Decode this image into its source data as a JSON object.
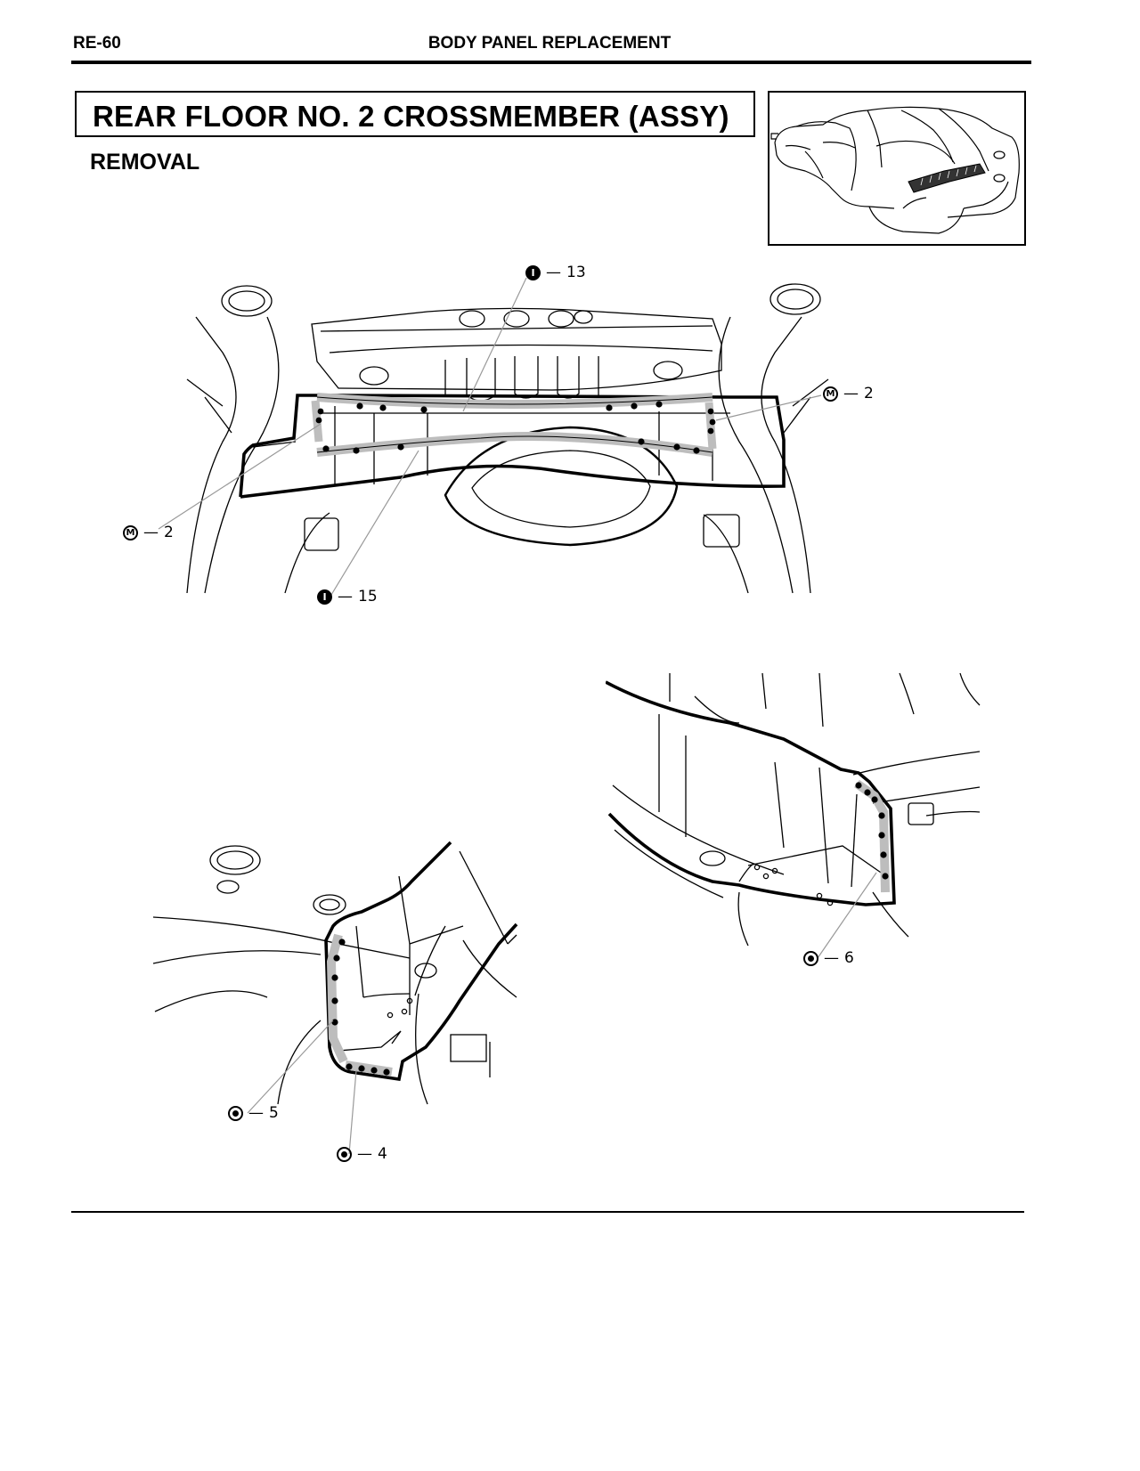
{
  "header": {
    "page_number": "RE-60",
    "section_title": "BODY PANEL REPLACEMENT"
  },
  "title": "REAR FLOOR NO. 2 CROSSMEMBER (ASSY)",
  "section": "REMOVAL",
  "figures": {
    "main": {
      "callouts": [
        {
          "symbol": "I",
          "symbol_style": "solid",
          "text": "13"
        },
        {
          "symbol": "M",
          "symbol_style": "ring",
          "text": "2"
        },
        {
          "symbol": "M",
          "symbol_style": "ring",
          "text": "2"
        },
        {
          "symbol": "I",
          "symbol_style": "solid",
          "text": "15"
        }
      ]
    },
    "left_detail": {
      "callouts": [
        {
          "symbol": "spot-weld",
          "text": "5"
        },
        {
          "symbol": "spot-weld",
          "text": "4"
        }
      ]
    },
    "right_detail": {
      "callouts": [
        {
          "symbol": "spot-weld",
          "text": "6"
        }
      ]
    }
  },
  "colors": {
    "ink": "#000000",
    "highlight": "#bdbdbd",
    "paper": "#ffffff"
  }
}
